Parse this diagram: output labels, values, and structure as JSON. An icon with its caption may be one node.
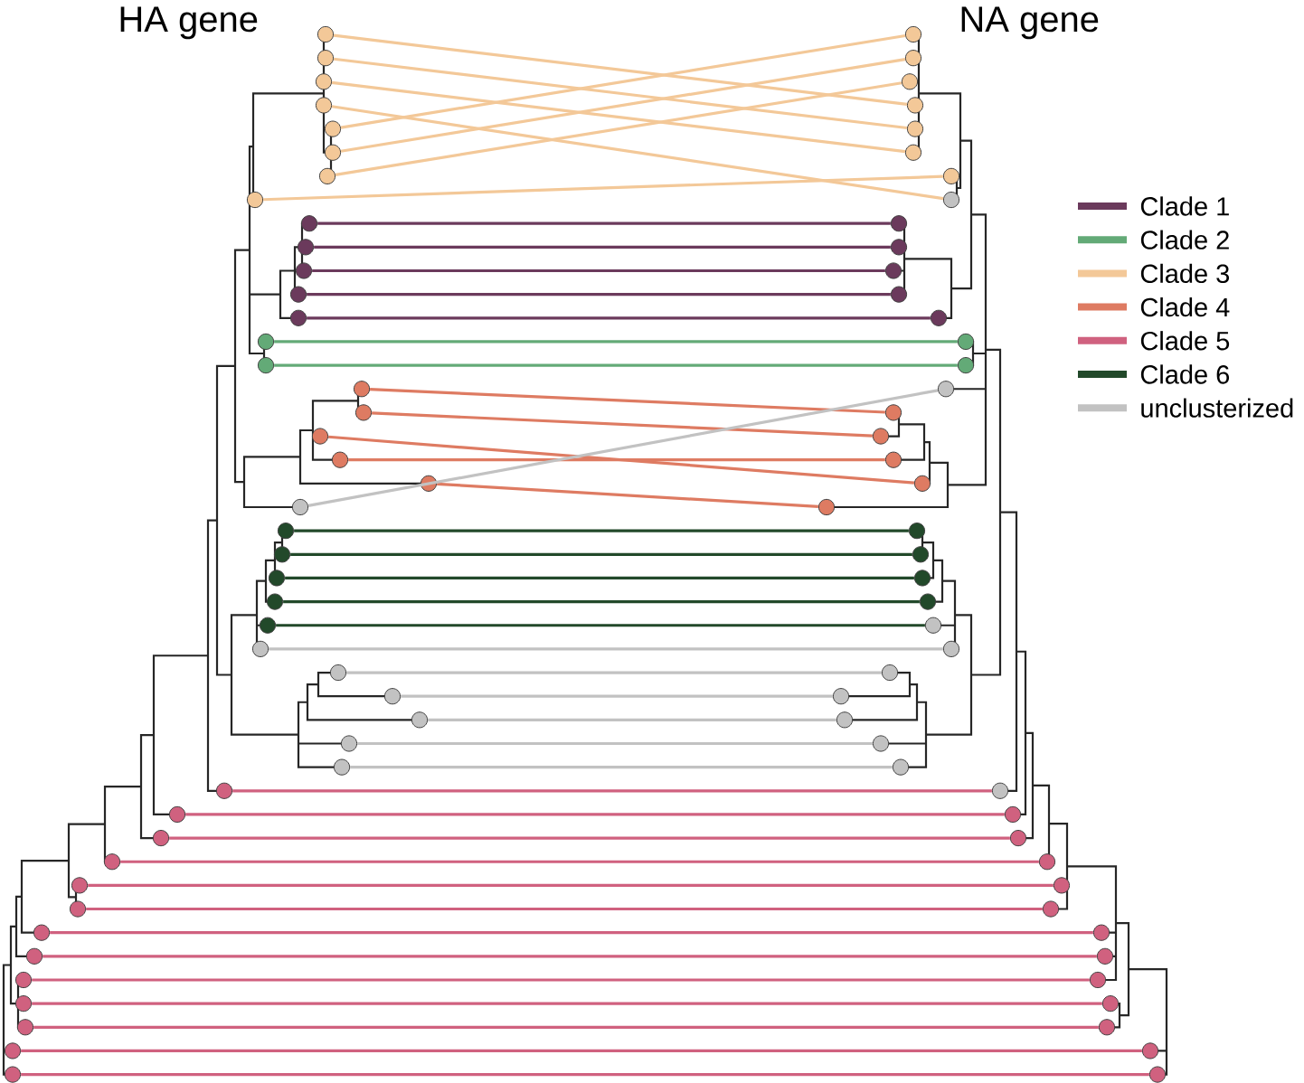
{
  "diagram": {
    "nodes": [
      {
        "text": [],
        "shape": "circle"
      },
      {
        "text": [],
        "shape": "circle"
      },
      {
        "text": [],
        "shape": "circle"
      },
      {
        "text": [],
        "shape": "circle"
      },
      {
        "text": [],
        "shape": "circle"
      },
      {
        "text": [],
        "shape": "circle"
      },
      {
        "text": [],
        "shape": "circle"
      },
      {
        "text": [],
        "shape": "circle"
      },
      {
        "text": [],
        "shape": "circle"
      },
      {
        "text": [],
        "shape": "circle"
      },
      {
        "text": [],
        "shape": "circle"
      },
      {
        "text": [],
        "shape": "circle"
      },
      {
        "text": [],
        "shape": "circle"
      },
      {
        "text": [],
        "shape": "circle"
      },
      {
        "text": [],
        "shape": "circle"
      },
      {
        "text": [],
        "shape": "circle"
      },
      {
        "text": [],
        "shape": "circle"
      },
      {
        "text": [],
        "shape": "circle"
      },
      {
        "text": [],
        "shape": "circle"
      },
      {
        "text": [],
        "shape": "circle"
      },
      {
        "text": [],
        "shape": "circle"
      },
      {
        "text": [],
        "shape": "circle"
      },
      {
        "text": [],
        "shape": "circle"
      },
      {
        "text": [],
        "shape": "circle"
      },
      {
        "text": [],
        "shape": "circle"
      },
      {
        "text": [],
        "shape": "circle"
      },
      {
        "text": [],
        "shape": "circle"
      },
      {
        "text": [],
        "shape": "circle"
      },
      {
        "text": [],
        "shape": "circle"
      },
      {
        "text": [],
        "shape": "circle"
      },
      {
        "text": [],
        "shape": "circle"
      },
      {
        "text": [],
        "shape": "circle"
      },
      {
        "text": [],
        "shape": "circle"
      },
      {
        "text": [],
        "shape": "circle"
      },
      {
        "text": [],
        "shape": "circle"
      },
      {
        "text": [],
        "shape": "circle"
      },
      {
        "text": [],
        "shape": "circle"
      },
      {
        "text": [],
        "shape": "circle"
      },
      {
        "text": [],
        "shape": "circle"
      },
      {
        "text": [],
        "shape": "circle"
      },
      {
        "text": [],
        "shape": "circle"
      },
      {
        "text": [],
        "shape": "circle"
      },
      {
        "text": [],
        "shape": "circle"
      },
      {
        "text": [],
        "shape": "circle"
      },
      {
        "text": [],
        "shape": "circle"
      },
      {
        "text": [],
        "shape": "circle"
      },
      {
        "text": [],
        "shape": "circle"
      },
      {
        "text": [],
        "shape": "circle"
      },
      {
        "text": [],
        "shape": "circle"
      },
      {
        "text": [],
        "shape": "circle"
      },
      {
        "text": [],
        "shape": "circle"
      },
      {
        "text": [],
        "shape": "circle"
      },
      {
        "text": [],
        "shape": "circle"
      },
      {
        "text": [],
        "shape": "circle"
      },
      {
        "text": [],
        "shape": "circle"
      },
      {
        "text": [],
        "shape": "circle"
      },
      {
        "text": [],
        "shape": "circle"
      },
      {
        "text": [],
        "shape": "circle"
      },
      {
        "text": [],
        "shape": "circle"
      },
      {
        "text": [],
        "shape": "circle"
      },
      {
        "text": [],
        "shape": "circle"
      },
      {
        "text": [],
        "shape": "circle"
      },
      {
        "text": [],
        "shape": "circle"
      },
      {
        "text": [],
        "shape": "circle"
      },
      {
        "text": [],
        "shape": "circle"
      },
      {
        "text": [],
        "shape": "circle"
      },
      {
        "text": [],
        "shape": "circle"
      },
      {
        "text": [],
        "shape": "circle"
      },
      {
        "text": [],
        "shape": "circle"
      },
      {
        "text": [],
        "shape": "circle"
      },
      {
        "text": [],
        "shape": "circle"
      },
      {
        "text": [],
        "shape": "circle"
      },
      {
        "text": [],
        "shape": "circle"
      },
      {
        "text": [],
        "shape": "circle"
      },
      {
        "text": [],
        "shape": "circle"
      },
      {
        "text": [],
        "shape": "circle"
      },
      {
        "text": [],
        "shape": "circle"
      },
      {
        "text": [],
        "shape": "circle"
      },
      {
        "text": [],
        "shape": "circle"
      },
      {
        "text": [],
        "shape": "circle"
      },
      {
        "text": [],
        "shape": "circle"
      },
      {
        "text": [],
        "shape": "circle"
      },
      {
        "text": [],
        "shape": "circle"
      },
      {
        "text": [],
        "shape": "circle"
      },
      {
        "text": [],
        "shape": "circle"
      },
      {
        "text": [],
        "shape": "circle"
      },
      {
        "text": [],
        "shape": "circle"
      },
      {
        "text": [],
        "shape": "circle"
      },
      {
        "text": [],
        "shape": "circle"
      },
      {
        "text": [],
        "shape": "circle"
      }
    ],
    "edges": [
      {
        "from": 0,
        "to": 48,
        "arrow": "none",
        "color": "#f3c898"
      },
      {
        "from": 1,
        "to": 49,
        "arrow": "none",
        "color": "#f3c898"
      },
      {
        "from": 2,
        "to": 50,
        "arrow": "none",
        "color": "#f3c898"
      },
      {
        "from": 3,
        "to": 52,
        "arrow": "none",
        "color": "#f3c898"
      },
      {
        "from": 4,
        "to": 45,
        "arrow": "none",
        "color": "#f3c898"
      },
      {
        "from": 5,
        "to": 46,
        "arrow": "none",
        "color": "#f3c898"
      },
      {
        "from": 6,
        "to": 47,
        "arrow": "none",
        "color": "#f3c898"
      },
      {
        "from": 7,
        "to": 51,
        "arrow": "none",
        "color": "#f3c898"
      },
      {
        "from": 8,
        "to": 53,
        "arrow": "none",
        "color": "#6b3a5c"
      },
      {
        "from": 9,
        "to": 54,
        "arrow": "none",
        "color": "#6b3a5c"
      },
      {
        "from": 10,
        "to": 55,
        "arrow": "none",
        "color": "#6b3a5c"
      },
      {
        "from": 11,
        "to": 56,
        "arrow": "none",
        "color": "#6b3a5c"
      },
      {
        "from": 12,
        "to": 57,
        "arrow": "none",
        "color": "#6b3a5c"
      },
      {
        "from": 13,
        "to": 58,
        "arrow": "none",
        "color": "#63aa77"
      },
      {
        "from": 14,
        "to": 59,
        "arrow": "none",
        "color": "#63aa77"
      },
      {
        "from": 15,
        "to": 61,
        "arrow": "none",
        "color": "#de7b62"
      },
      {
        "from": 16,
        "to": 62,
        "arrow": "none",
        "color": "#de7b62"
      },
      {
        "from": 17,
        "to": 64,
        "arrow": "none",
        "color": "#de7b62"
      },
      {
        "from": 18,
        "to": 63,
        "arrow": "none",
        "color": "#de7b62"
      },
      {
        "from": 19,
        "to": 65,
        "arrow": "none",
        "color": "#de7b62"
      },
      {
        "from": 20,
        "to": 60,
        "arrow": "none",
        "color": "#c2c2c2"
      },
      {
        "from": 21,
        "to": 66,
        "arrow": "none",
        "color": "#22492a"
      },
      {
        "from": 22,
        "to": 67,
        "arrow": "none",
        "color": "#22492a"
      },
      {
        "from": 23,
        "to": 68,
        "arrow": "none",
        "color": "#22492a"
      },
      {
        "from": 24,
        "to": 69,
        "arrow": "none",
        "color": "#22492a"
      },
      {
        "from": 25,
        "to": 70,
        "arrow": "none",
        "color": "#22492a"
      },
      {
        "from": 26,
        "to": 71,
        "arrow": "none",
        "color": "#c2c2c2"
      },
      {
        "from": 27,
        "to": 72,
        "arrow": "none",
        "color": "#c2c2c2"
      },
      {
        "from": 28,
        "to": 73,
        "arrow": "none",
        "color": "#c2c2c2"
      },
      {
        "from": 29,
        "to": 74,
        "arrow": "none",
        "color": "#c2c2c2"
      },
      {
        "from": 30,
        "to": 75,
        "arrow": "none",
        "color": "#c2c2c2"
      },
      {
        "from": 31,
        "to": 76,
        "arrow": "none",
        "color": "#c2c2c2"
      },
      {
        "from": 32,
        "to": 77,
        "arrow": "none",
        "color": "#d0617f"
      },
      {
        "from": 33,
        "to": 78,
        "arrow": "none",
        "color": "#d0617f"
      },
      {
        "from": 34,
        "to": 79,
        "arrow": "none",
        "color": "#d0617f"
      },
      {
        "from": 35,
        "to": 80,
        "arrow": "none",
        "color": "#d0617f"
      },
      {
        "from": 36,
        "to": 81,
        "arrow": "none",
        "color": "#d0617f"
      },
      {
        "from": 37,
        "to": 82,
        "arrow": "none",
        "color": "#d0617f"
      },
      {
        "from": 38,
        "to": 83,
        "arrow": "none",
        "color": "#d0617f"
      },
      {
        "from": 39,
        "to": 84,
        "arrow": "none",
        "color": "#d0617f"
      },
      {
        "from": 40,
        "to": 85,
        "arrow": "none",
        "color": "#d0617f"
      },
      {
        "from": 41,
        "to": 86,
        "arrow": "none",
        "color": "#d0617f"
      },
      {
        "from": 42,
        "to": 87,
        "arrow": "none",
        "color": "#d0617f"
      },
      {
        "from": 43,
        "to": 88,
        "arrow": "none",
        "color": "#d0617f"
      },
      {
        "from": 44,
        "to": 89,
        "arrow": "none",
        "color": "#d0617f"
      }
    ],
    "labels": [
      "HA gene",
      "NA gene"
    ],
    "legend": [
      {
        "text": "Clade 1",
        "color": "#6b3a5c"
      },
      {
        "text": "Clade 2",
        "color": "#63aa77"
      },
      {
        "text": "Clade 3",
        "color": "#f3c898"
      },
      {
        "text": "Clade 4",
        "color": "#de7b62"
      },
      {
        "text": "Clade 5",
        "color": "#d0617f"
      },
      {
        "text": "Clade 6",
        "color": "#22492a"
      },
      {
        "text": "unclusterized",
        "color": "#c2c2c2"
      }
    ]
  }
}
